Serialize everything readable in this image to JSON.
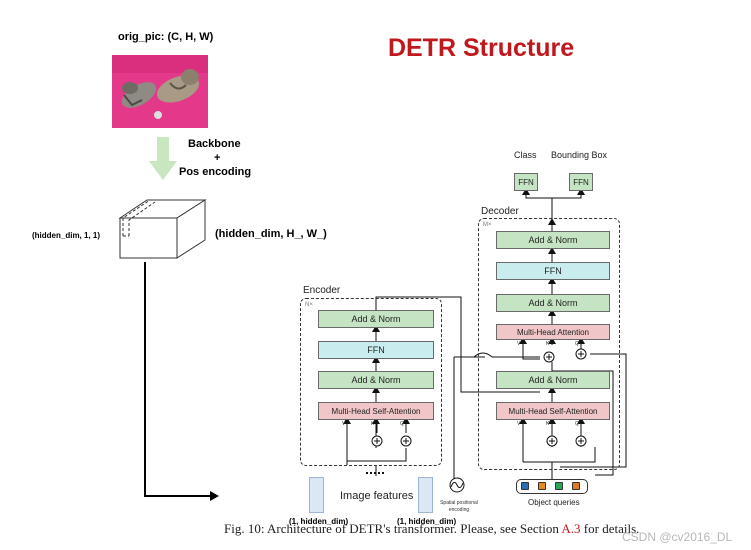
{
  "title": "DETR Structure",
  "input": {
    "label": "orig_pic: (C, H, W)"
  },
  "backbone": {
    "line1": "Backbone",
    "line2": "+",
    "line3": "Pos encoding"
  },
  "feature_map": {
    "left_label": "(hidden_dim, 1, 1)",
    "right_label": "(hidden_dim, H_, W_)"
  },
  "encoder": {
    "label": "Encoder",
    "nx": "N×",
    "blocks": [
      "Add & Norm",
      "FFN",
      "Add & Norm",
      "Multi-Head Self-Attention"
    ]
  },
  "decoder": {
    "label": "Decoder",
    "mx": "M×",
    "blocks": [
      "Add & Norm",
      "FFN",
      "Add & Norm",
      "Multi-Head Attention",
      "Add & Norm",
      "Multi-Head Self-Attention"
    ]
  },
  "heads": {
    "class_label": "Class",
    "bbox_label": "Bounding Box",
    "ffn": "FFN"
  },
  "inputs": {
    "image_features": "Image features",
    "spatial_pe": "Spatial positional encoding",
    "object_queries": "Object queries",
    "hidden_dim_a": "(1, hidden_dim)",
    "hidden_dim_b": "(1, hidden_dim)"
  },
  "qkv": {
    "v": "V",
    "k": "K",
    "q": "Q"
  },
  "caption": {
    "prefix": "Fig. 10: Architecture of DETR's transformer. Please, see Section ",
    "ref": "A.3",
    "suffix": " for details."
  },
  "watermark": "CSDN @cv2016_DL",
  "colors": {
    "title": "#c0181c",
    "add_norm": "#c5e4c3",
    "ffn": "#c9ecee",
    "attention": "#f0c6c8",
    "backbone_arrow": "#c8e6c0",
    "query_colors": [
      "#2b6fb5",
      "#e88a1a",
      "#2aa55a",
      "#e07a20"
    ]
  }
}
